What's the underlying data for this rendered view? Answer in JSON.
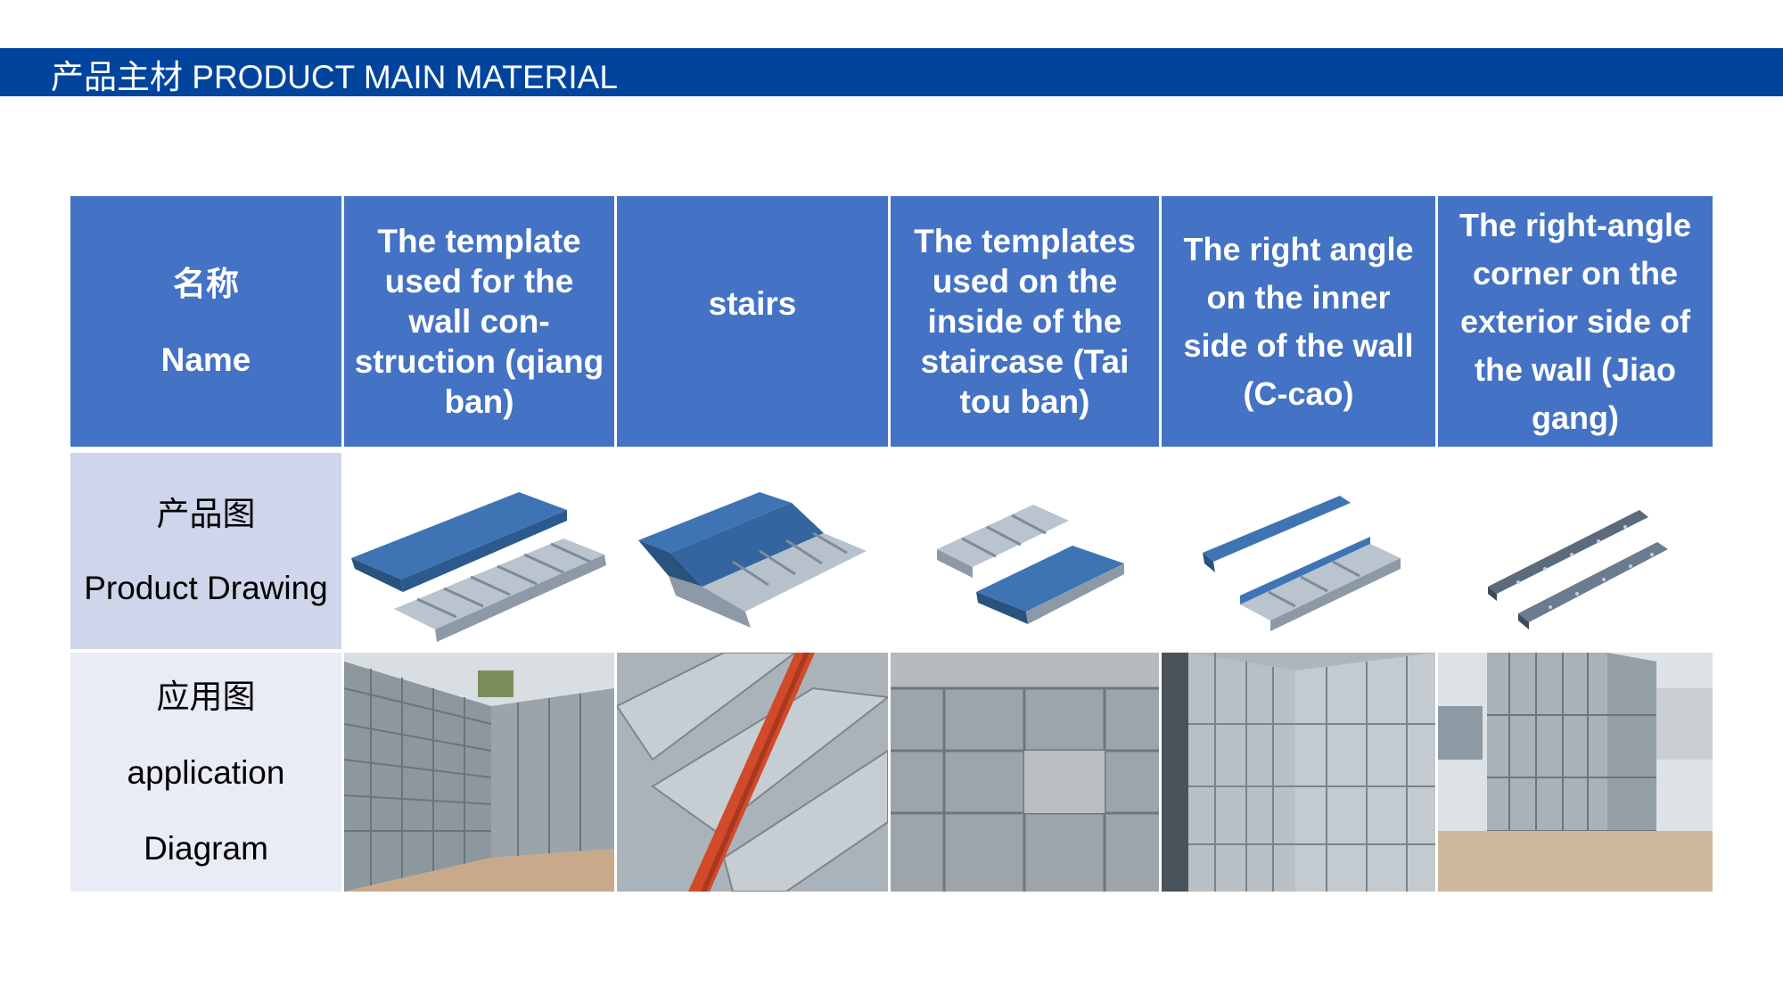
{
  "slide": {
    "title": "产品主材 PRODUCT MAIN MATERIAL",
    "colors": {
      "title_bar": "#00449e",
      "header_bg": "#4472c4",
      "row_drawing_bg": "#cfd5ea",
      "row_application_bg": "#e9ebf5"
    }
  },
  "table": {
    "header": {
      "name_zh": "名称",
      "name_en": "Name",
      "columns": [
        "The template used for the wall con-struction (qiang ban)",
        "stairs",
        "The templates used on the inside of the staircase (Tai tou ban)",
        "The right angle on the inner side of the wall (C-cao)",
        "The right-angle corner on the exterior side of the wall (Jiao gang)"
      ]
    },
    "rows": [
      {
        "label_zh": "产品图",
        "label_en": "Product Drawing",
        "images": [
          "wall-template-drawing",
          "stair-template-drawing",
          "stair-inner-template-drawing",
          "inner-corner-drawing",
          "outer-corner-drawing"
        ]
      },
      {
        "label_zh": "应用图",
        "label_en_1": "application",
        "label_en_2": "Diagram",
        "images": [
          "wall-formwork-photo",
          "stair-formwork-photo",
          "staircase-inner-photo",
          "inner-corner-photo",
          "outer-corner-photo"
        ]
      }
    ]
  }
}
